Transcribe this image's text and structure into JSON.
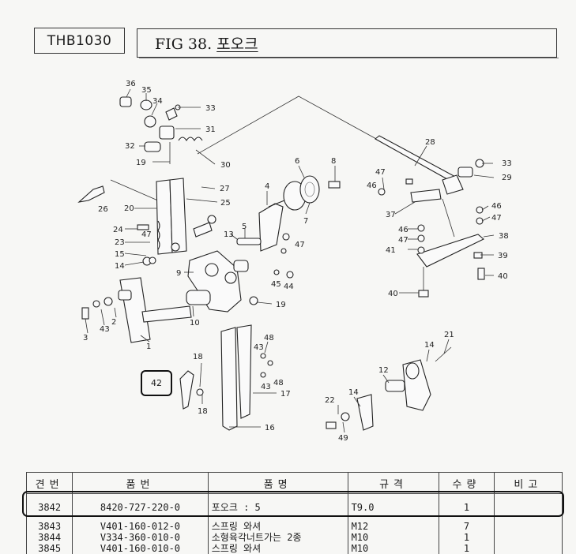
{
  "header": {
    "model_code": "THB1030",
    "figure_prefix": "FIG 38.",
    "figure_title": "포오크"
  },
  "diagram": {
    "callout_box_number": "42",
    "part_numbers": [
      "36",
      "35",
      "34",
      "33",
      "31",
      "32",
      "19",
      "30",
      "28",
      "6",
      "8",
      "47",
      "46",
      "33",
      "29",
      "27",
      "4",
      "26",
      "20",
      "25",
      "7",
      "37",
      "46",
      "47",
      "24",
      "47",
      "13",
      "5",
      "38",
      "23",
      "15",
      "46",
      "47",
      "47",
      "41",
      "39",
      "14",
      "9",
      "45",
      "44",
      "40",
      "19",
      "40",
      "3",
      "43",
      "2",
      "10",
      "1",
      "48",
      "43",
      "18",
      "21",
      "14",
      "48",
      "43",
      "12",
      "17",
      "18",
      "14",
      "22",
      "16",
      "49"
    ]
  },
  "table": {
    "columns": [
      "견번",
      "품번",
      "품명",
      "규격",
      "수량",
      "비고"
    ],
    "rows": [
      {
        "no": "3842",
        "part_no": "8420-727-220-0",
        "name": "포오크 : 5",
        "spec": "T9.0",
        "qty": "1",
        "remark": ""
      },
      {
        "no": "3843",
        "part_no": "V401-160-012-0",
        "name": "스프링 와셔",
        "spec": "M12",
        "qty": "7",
        "remark": ""
      },
      {
        "no": "3844",
        "part_no": "V334-360-010-0",
        "name": "소형육각너트가는 2종",
        "spec": "M10",
        "qty": "1",
        "remark": ""
      },
      {
        "no": "3845",
        "part_no": "V401-160-010-0",
        "name": "스프링 와셔",
        "spec": "M10",
        "qty": "1",
        "remark": ""
      }
    ]
  }
}
